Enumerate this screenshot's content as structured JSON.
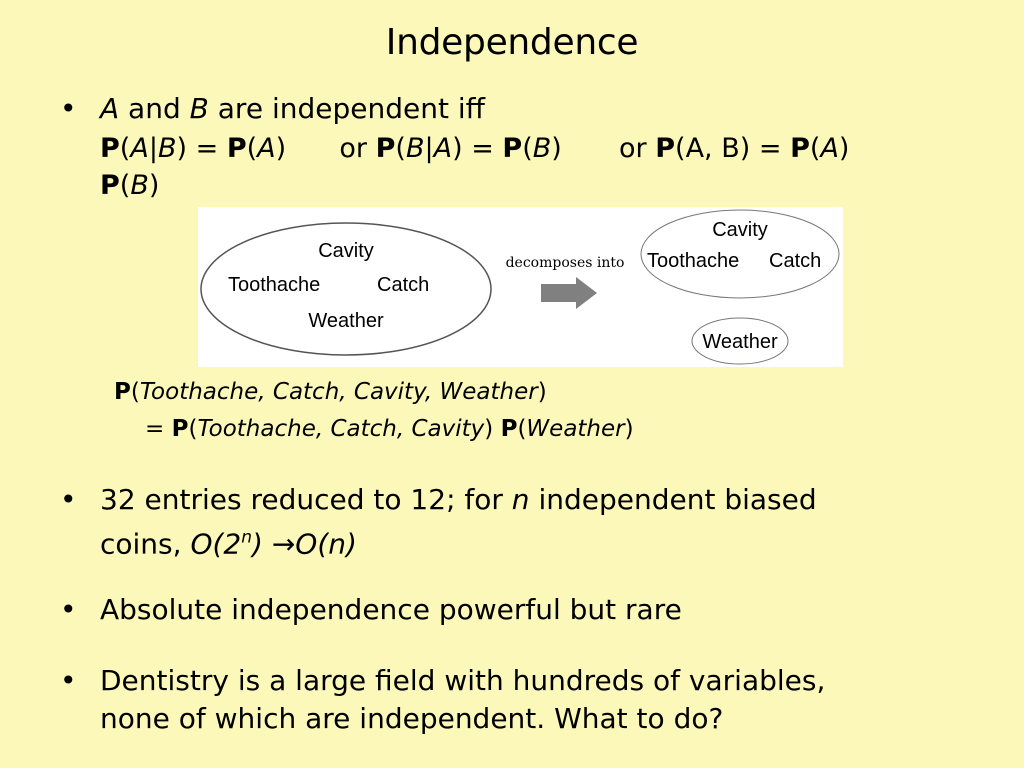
{
  "title": "Independence",
  "bullet1": {
    "marker": "•",
    "var_a": "A",
    "and": " and ",
    "var_b": "B",
    "rest": " are independent iff"
  },
  "formula": {
    "P": "P",
    "A": "A",
    "B": "B",
    "or": "or",
    "joint_args": "A, B",
    "eq": "="
  },
  "diagram": {
    "left_ellipse": [
      "Cavity",
      "Toothache",
      "Catch",
      "Weather"
    ],
    "arrow_label": "decomposes into",
    "right_top": [
      "Cavity",
      "Toothache",
      "Catch"
    ],
    "right_bottom": "Weather"
  },
  "equation": {
    "P": "P",
    "lhs_args": "Toothache, Catch, Cavity, Weather",
    "eq": "=",
    "rhs_args1": "Toothache, Catch, Cavity",
    "rhs_args2": "Weather"
  },
  "bullet2": {
    "marker": "•",
    "line1_a": "32 entries reduced to 12; for ",
    "line1_n": "n",
    "line1_b": " independent biased",
    "line2_a": "coins, ",
    "line2_o1": "O(2",
    "line2_sup": "n",
    "line2_o2": ") →O(n)"
  },
  "bullet3": {
    "marker": "•",
    "text": "Absolute independence powerful but rare"
  },
  "bullet4": {
    "marker": "•",
    "line1": "Dentistry is a large field with hundreds of variables,",
    "line2": "none of which are independent. What to do?"
  }
}
